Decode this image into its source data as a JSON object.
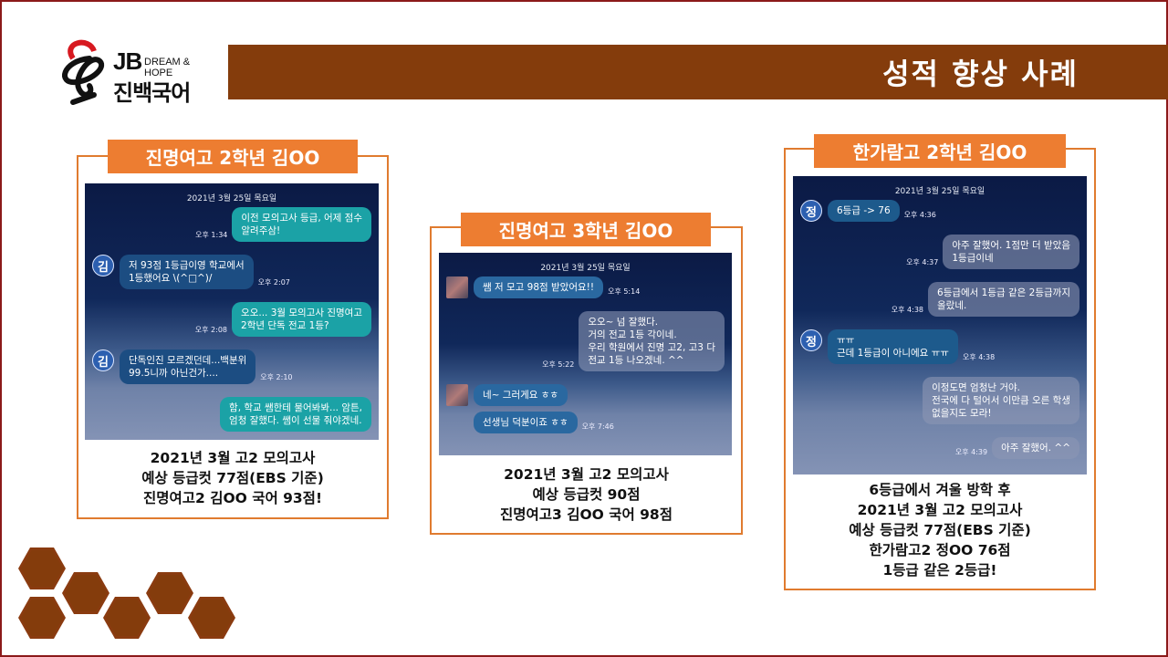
{
  "logo": {
    "brand": "JB",
    "tagline": "DREAM & HOPE",
    "name": "진백국어"
  },
  "header": {
    "title": "성적 향상 사례"
  },
  "cards": [
    {
      "label": "진명여고 2학년 김OO",
      "chat": {
        "date": "2021년 3월 25일 목요일",
        "theme": {
          "me": "#1ba2a6",
          "other": "#1c4d82"
        },
        "messages": [
          {
            "side": "me",
            "text": "이전 모의고사 등급, 어제 점수\n알려주삼!",
            "time": "오후 1:34"
          },
          {
            "side": "other",
            "avatar": "김",
            "text": "저 93점 1등급이영 학교에서\n1등했어요 \\(^□^)/",
            "time": "오후 2:07"
          },
          {
            "side": "me",
            "text": "오오... 3월 모의고사 진명여고\n2학년 단독 전교 1등?",
            "time": "오후 2:08"
          },
          {
            "side": "other",
            "avatar": "김",
            "text": "단독인진 모르겠던데...백분위\n99.5니까 아닌건가....",
            "time": "오후 2:10"
          },
          {
            "side": "me",
            "text": "함, 학교 쌤한테 물어봐봐... 암튼,\n엄청 잘했다. 쌤이 선물 줘야겠네.",
            "time": ""
          }
        ]
      },
      "caption": [
        "2021년 3월 고2 모의고사",
        "예상 등급컷 77점(EBS 기준)",
        "진명여고2 김OO 국어 93점!"
      ]
    },
    {
      "label": "진명여고 3학년 김OO",
      "chat": {
        "date": "2021년 3월 25일 목요일",
        "theme": {
          "me": "rgba(150,160,190,0.55)",
          "other": "#2a68a0"
        },
        "messages": [
          {
            "side": "other",
            "avatar": "",
            "text": "쌤 저 모고 98점 받았어요!!",
            "time": "오후 5:14"
          },
          {
            "side": "me",
            "text": "오오~ 넘 잘했다.\n거의 전교 1등 각이네.\n우리 학원에서 진명 고2, 고3 다\n전교 1등 나오겠네. ^^",
            "time": "오후 5:22"
          },
          {
            "side": "other",
            "avatar": "",
            "text": "네~ 그러게요 ㅎㅎ",
            "time": ""
          },
          {
            "side": "other",
            "avatar": null,
            "text": "선생님 덕분이죠 ㅎㅎ",
            "time": "오후 7:46"
          }
        ]
      },
      "caption": [
        "2021년 3월 고2 모의고사",
        "예상 등급컷 90점",
        "진명여고3 김OO 국어 98점"
      ]
    },
    {
      "label": "한가람고 2학년 김OO",
      "chat": {
        "date": "2021년 3월 25일 목요일",
        "theme": {
          "me": "rgba(140,150,180,0.6)",
          "other": "#1d5a8c"
        },
        "messages": [
          {
            "side": "other",
            "avatar": "정",
            "text": "6등급 -> 76",
            "time": "오후 4:36"
          },
          {
            "side": "me",
            "text": "아주 잘했어. 1점만 더 받았음\n1등급이네",
            "time": "오후 4:37"
          },
          {
            "side": "me",
            "text": "6등급에서 1등급 같은 2등급까지\n올랐네.",
            "time": "오후 4:38"
          },
          {
            "side": "other",
            "avatar": "정",
            "text": "ㅠㅠ\n근데 1등급이 아니에요 ㅠㅠ",
            "time": "오후 4:38"
          },
          {
            "side": "me",
            "text": "이정도면 엄청난 거야.\n전국에 다 털어서 이만큼 오른 학생\n없을지도 모라!",
            "time": ""
          },
          {
            "side": "me",
            "text": "아주 잘했어. ^^",
            "time": "오후 4:39"
          }
        ]
      },
      "caption": [
        "6등급에서 겨울 방학 후",
        "2021년 3월 고2 모의고사",
        "예상 등급컷 77점(EBS 기준)",
        "한가람고2 정OO 76점",
        "1등급 같은 2등급!"
      ]
    }
  ]
}
